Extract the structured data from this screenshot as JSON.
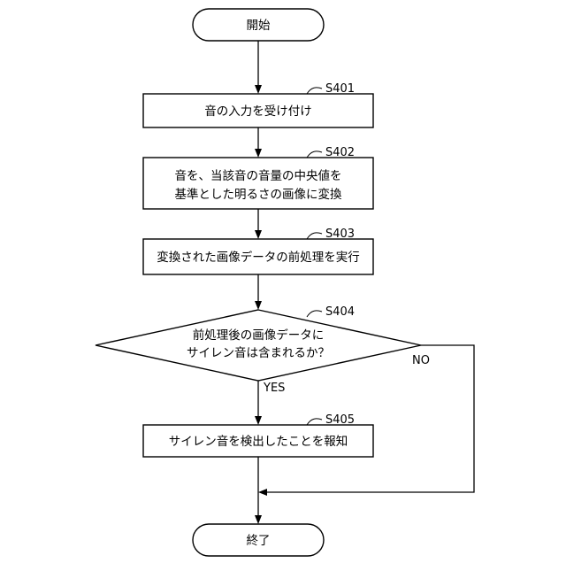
{
  "flowchart": {
    "start": "開始",
    "end": "終了",
    "steps": [
      {
        "id": "S401",
        "lines": [
          "音の入力を受け付け"
        ]
      },
      {
        "id": "S402",
        "lines": [
          "音を、当該音の音量の中央値を",
          "基準とした明るさの画像に変換"
        ]
      },
      {
        "id": "S403",
        "lines": [
          "変換された画像データの前処理を実行"
        ]
      },
      {
        "id": "S404",
        "lines": [
          "前処理後の画像データに",
          "サイレン音は含まれるか？"
        ]
      },
      {
        "id": "S405",
        "lines": [
          "サイレン音を検出したことを報知"
        ]
      }
    ],
    "branches": {
      "yes": "YES",
      "no": "NO"
    }
  }
}
